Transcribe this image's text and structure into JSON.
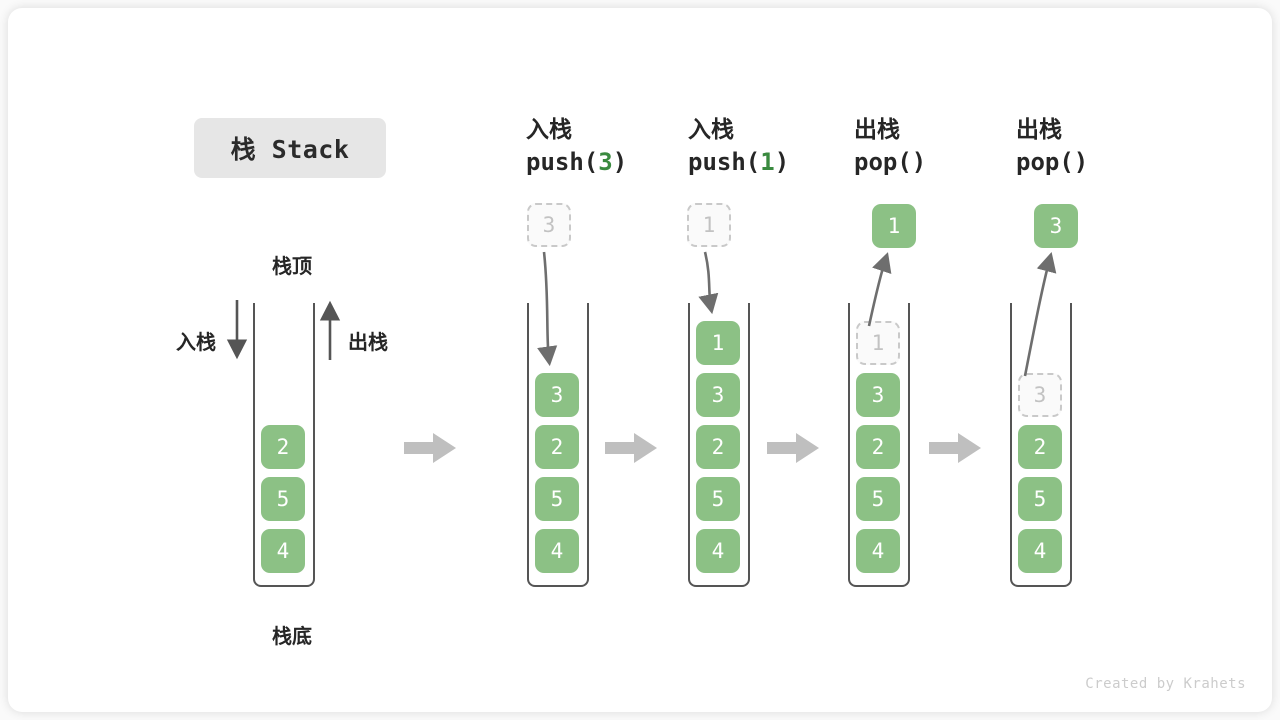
{
  "title": {
    "text": "栈 Stack"
  },
  "labels": {
    "top": "栈顶",
    "bottom": "栈底",
    "push_side": "入栈",
    "pop_side": "出栈"
  },
  "colors": {
    "cell_green": "#8cc185",
    "arg_green": "#3a8a3f",
    "ghost_border": "#c9c9c9",
    "ghost_text": "#c2c2c2",
    "wall": "#555555",
    "flow_arrow": "#bfbfbf",
    "badge_bg": "#e6e6e6"
  },
  "columns": [
    {
      "id": "initial",
      "caption_cn": "",
      "caption_code": "",
      "floating_cell": null,
      "cells": [
        {
          "value": "2",
          "state": "solid"
        },
        {
          "value": "5",
          "state": "solid"
        },
        {
          "value": "4",
          "state": "solid"
        }
      ]
    },
    {
      "id": "push-3",
      "caption_cn": "入栈",
      "caption_code_prefix": "push(",
      "caption_code_arg": "3",
      "caption_code_suffix": ")",
      "floating_cell": {
        "value": "3",
        "state": "ghost"
      },
      "cells": [
        {
          "value": "3",
          "state": "solid"
        },
        {
          "value": "2",
          "state": "solid"
        },
        {
          "value": "5",
          "state": "solid"
        },
        {
          "value": "4",
          "state": "solid"
        }
      ]
    },
    {
      "id": "push-1",
      "caption_cn": "入栈",
      "caption_code_prefix": "push(",
      "caption_code_arg": "1",
      "caption_code_suffix": ")",
      "floating_cell": {
        "value": "1",
        "state": "ghost"
      },
      "cells": [
        {
          "value": "1",
          "state": "solid"
        },
        {
          "value": "3",
          "state": "solid"
        },
        {
          "value": "2",
          "state": "solid"
        },
        {
          "value": "5",
          "state": "solid"
        },
        {
          "value": "4",
          "state": "solid"
        }
      ]
    },
    {
      "id": "pop-1",
      "caption_cn": "出栈",
      "caption_code_prefix": "pop(",
      "caption_code_arg": "",
      "caption_code_suffix": ")",
      "floating_cell": {
        "value": "1",
        "state": "solid"
      },
      "cells": [
        {
          "value": "1",
          "state": "ghost"
        },
        {
          "value": "3",
          "state": "solid"
        },
        {
          "value": "2",
          "state": "solid"
        },
        {
          "value": "5",
          "state": "solid"
        },
        {
          "value": "4",
          "state": "solid"
        }
      ]
    },
    {
      "id": "pop-3",
      "caption_cn": "出栈",
      "caption_code_prefix": "pop(",
      "caption_code_arg": "",
      "caption_code_suffix": ")",
      "floating_cell": {
        "value": "3",
        "state": "solid"
      },
      "cells": [
        {
          "value": "",
          "state": "empty"
        },
        {
          "value": "3",
          "state": "ghost"
        },
        {
          "value": "2",
          "state": "solid"
        },
        {
          "value": "5",
          "state": "solid"
        },
        {
          "value": "4",
          "state": "solid"
        }
      ]
    }
  ],
  "footer": {
    "credit": "Created by Krahets"
  }
}
